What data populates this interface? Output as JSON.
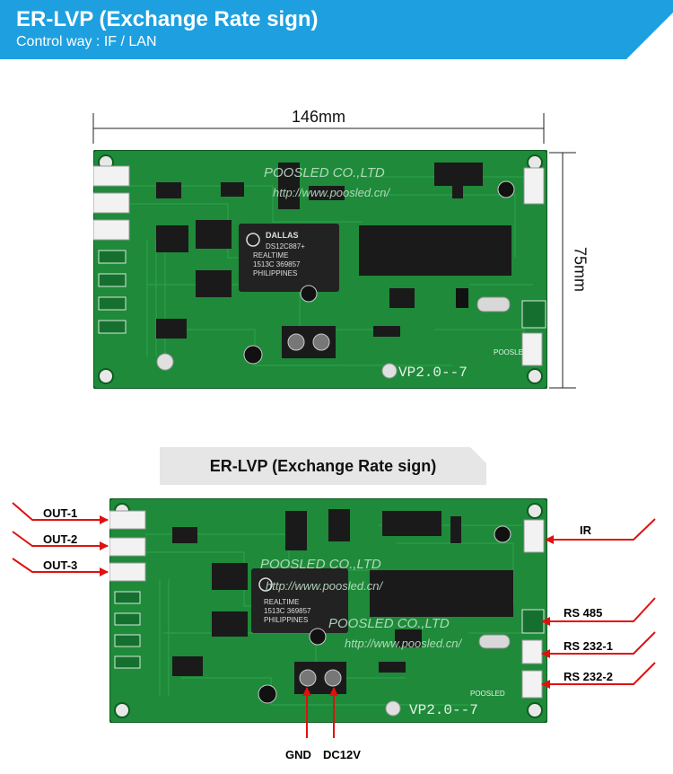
{
  "header": {
    "title": "ER-LVP (Exchange Rate sign)",
    "subtitle": "Control way : IF / LAN"
  },
  "dimensions": {
    "width": "146mm",
    "height": "75mm"
  },
  "board": {
    "watermark": "POOSLED CO.,LTD",
    "url": "http://www.poosled.cn/",
    "version": "VP2.0--7",
    "brand": "POOSLED",
    "chip": {
      "brand": "DALLAS",
      "lines": [
        "DS12C887+",
        "REALTIME",
        "1513C 369857",
        "PHILIPPINES"
      ]
    }
  },
  "diagram": {
    "caption": "ER-LVP (Exchange Rate sign)",
    "labels": {
      "out1": "OUT-1",
      "out2": "OUT-2",
      "out3": "OUT-3",
      "ir": "IR",
      "rs485": "RS 485",
      "rs232_1": "RS 232-1",
      "rs232_2": "RS 232-2",
      "gnd": "GND",
      "dc12v": "DC12V"
    }
  },
  "colors": {
    "banner": "#1ea0e0",
    "pcb": "#1f8a3a",
    "pcb_dark": "#116b2a",
    "arrow": "#e01010"
  }
}
